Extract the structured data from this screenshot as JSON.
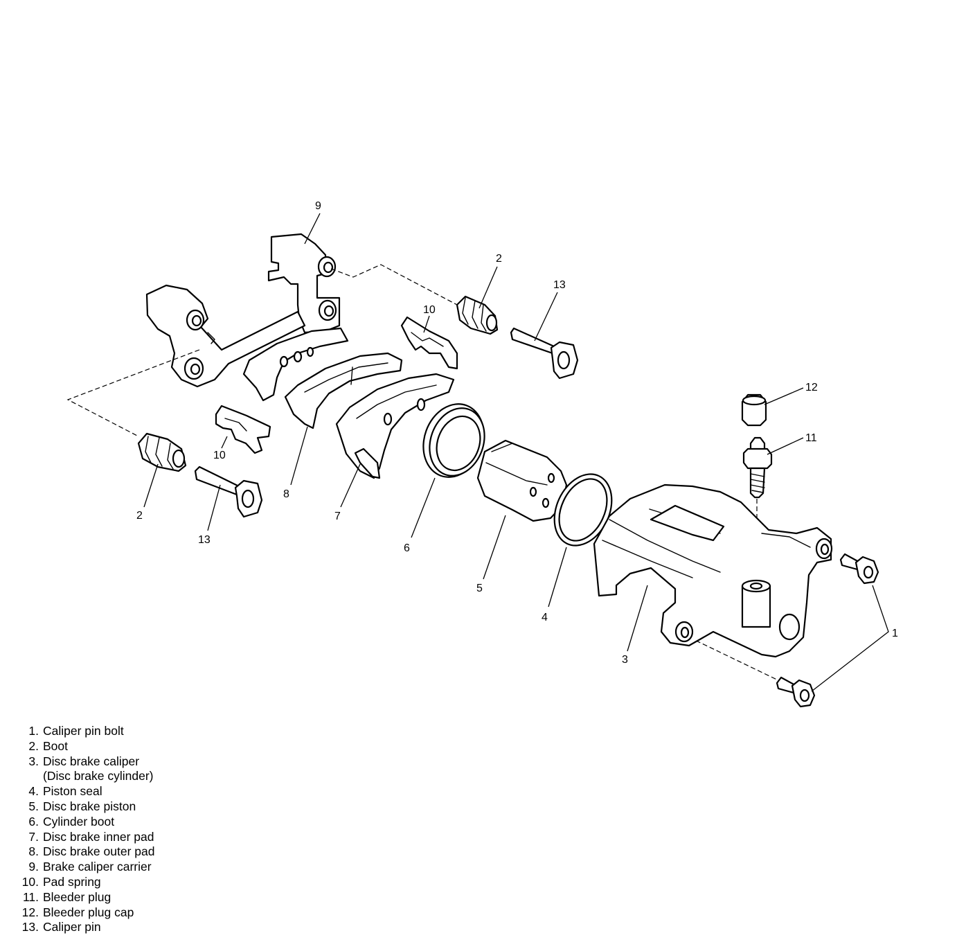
{
  "callouts": {
    "c1": "1",
    "c2a": "2",
    "c2b": "2",
    "c3": "3",
    "c4": "4",
    "c5": "5",
    "c6": "6",
    "c7": "7",
    "c8": "8",
    "c9": "9",
    "c10a": "10",
    "c10b": "10",
    "c11": "11",
    "c12": "12",
    "c13a": "13",
    "c13b": "13"
  },
  "legend": [
    {
      "num": "1.",
      "text": "Caliper pin bolt"
    },
    {
      "num": "2.",
      "text": "Boot"
    },
    {
      "num": "3.",
      "text": "Disc brake caliper"
    },
    {
      "num": "",
      "text": "(Disc brake cylinder)"
    },
    {
      "num": "4.",
      "text": "Piston seal"
    },
    {
      "num": "5.",
      "text": "Disc brake piston"
    },
    {
      "num": "6.",
      "text": "Cylinder boot"
    },
    {
      "num": "7.",
      "text": "Disc brake inner pad"
    },
    {
      "num": "8.",
      "text": "Disc brake outer pad"
    },
    {
      "num": "9.",
      "text": "Brake caliper carrier"
    },
    {
      "num": "10.",
      "text": "Pad spring"
    },
    {
      "num": "11.",
      "text": "Bleeder plug"
    },
    {
      "num": "12.",
      "text": "Bleeder plug cap"
    },
    {
      "num": "13.",
      "text": "Caliper pin"
    }
  ]
}
